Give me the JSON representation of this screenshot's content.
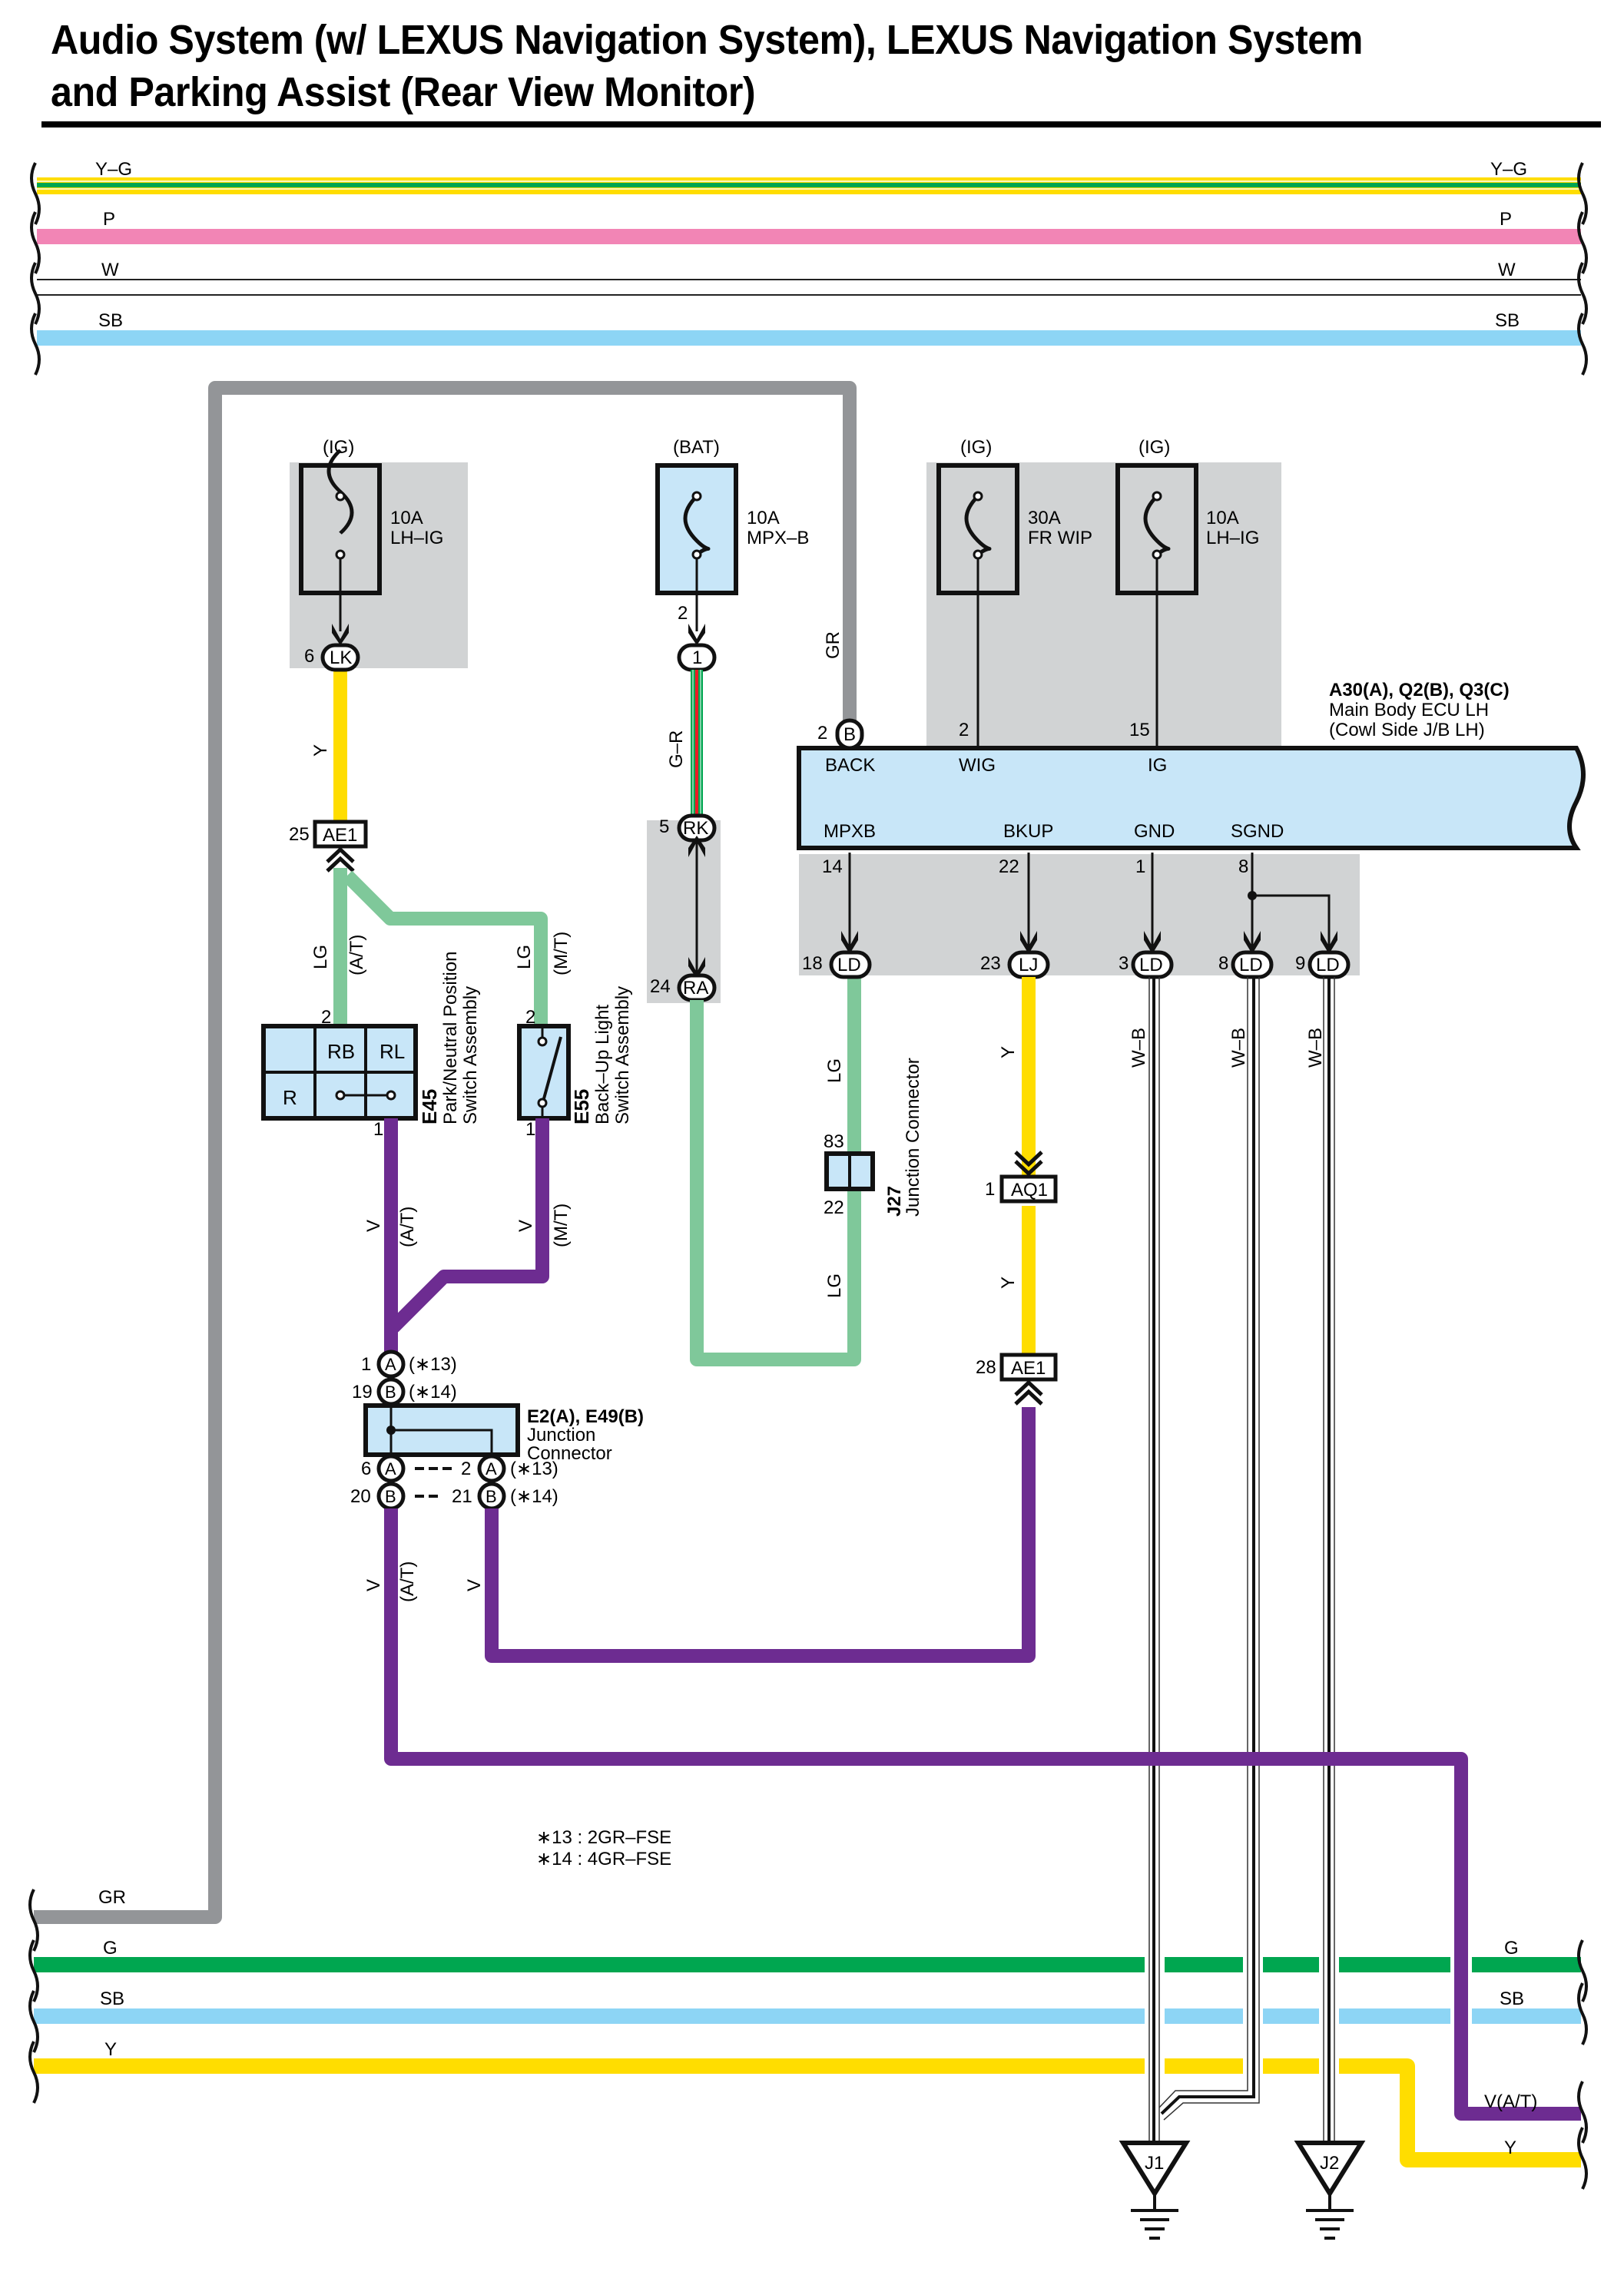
{
  "page": {
    "title_line1": "Audio System (w/ LEXUS Navigation System), LEXUS Navigation System",
    "title_line2": "and Parking Assist (Rear View Monitor)"
  },
  "colors": {
    "Y": "#ffdd00",
    "G": "#00a650",
    "P": "#f285b5",
    "SB": "#8dd5f5",
    "GR": "#939598",
    "LG": "#7fc89a",
    "V": "#6d2c91",
    "R": "#ed1c24",
    "component_fill": "#c8e6f8",
    "junction_block_fill": "#d1d3d4"
  },
  "top_bus": [
    {
      "label_left": "Y–G",
      "label_right": "Y–G",
      "color": "Y-G"
    },
    {
      "label_left": "P",
      "label_right": "P",
      "color": "P"
    },
    {
      "label_left": "W",
      "label_right": "W",
      "color": "W"
    },
    {
      "label_left": "SB",
      "label_right": "SB",
      "color": "SB"
    }
  ],
  "bottom_bus": {
    "gr_label": "GR",
    "left": [
      {
        "label": "G",
        "color": "G"
      },
      {
        "label": "SB",
        "color": "SB"
      },
      {
        "label": "Y",
        "color": "Y"
      }
    ],
    "right": [
      {
        "label": "G"
      },
      {
        "label": "SB"
      },
      {
        "label": "V(A/T)"
      },
      {
        "label": "Y"
      }
    ]
  },
  "fuses": [
    {
      "source": "(IG)",
      "rating": "10A",
      "name": "LH–IG"
    },
    {
      "source": "(BAT)",
      "rating": "10A",
      "name": "MPX–B",
      "pin": "2"
    },
    {
      "source": "(IG)",
      "rating": "30A",
      "name": "FR WIP"
    },
    {
      "source": "(IG)",
      "rating": "10A",
      "name": "LH–IG"
    }
  ],
  "connectors": {
    "lk": {
      "pin": "6",
      "id": "LK"
    },
    "c1": {
      "id": "1"
    },
    "rk": {
      "pin": "5",
      "id": "RK"
    },
    "ra": {
      "pin": "24",
      "id": "RA"
    },
    "ae1_top": {
      "pin": "25",
      "id": "AE1"
    },
    "ae1_bottom": {
      "pin": "28",
      "id": "AE1"
    },
    "aq1": {
      "pin": "1",
      "id": "AQ1"
    },
    "b_back": {
      "pin": "2",
      "id": "B"
    },
    "ld18": {
      "pin": "18",
      "id": "LD"
    },
    "lj23": {
      "pin": "23",
      "id": "LJ"
    },
    "ld3": {
      "pin": "3",
      "id": "LD"
    },
    "ld8": {
      "pin": "8",
      "id": "LD"
    },
    "ld9": {
      "pin": "9",
      "id": "LD"
    }
  },
  "ecu": {
    "code": "A30(A), Q2(B), Q3(C)",
    "name_line1": "Main Body ECU LH",
    "name_line2": "(Cowl Side J/B LH)",
    "top_terminals": [
      {
        "name": "BACK",
        "pin": "2"
      },
      {
        "name": "WIG",
        "pin": "2"
      },
      {
        "name": "IG",
        "pin": "15"
      }
    ],
    "bottom_terminals": [
      {
        "name": "MPXB",
        "pin": "14"
      },
      {
        "name": "BKUP",
        "pin": "22"
      },
      {
        "name": "GND",
        "pin": "1"
      },
      {
        "name": "SGND",
        "pin": "8"
      }
    ]
  },
  "wire_labels": {
    "y": "Y",
    "gr": "GR",
    "g_r": "G–R",
    "lg": "LG",
    "v": "V",
    "w_b": "W–B",
    "at": "(A/T)",
    "mt": "(M/T)"
  },
  "e45": {
    "code": "E45",
    "name_line1": "Park/Neutral Position",
    "name_line2": "Switch Assembly",
    "cells": [
      "RB",
      "RL",
      "R"
    ],
    "pin_top": "2",
    "pin_bottom": "1"
  },
  "e55": {
    "code": "E55",
    "name_line1": "Back–Up Light",
    "name_line2": "Switch Assembly",
    "pin_top": "2",
    "pin_bottom": "1"
  },
  "j27": {
    "code": "J27",
    "name": "Junction Connector",
    "pin_top": "83",
    "pin_bottom": "22"
  },
  "e2_e49": {
    "code": "E2(A), E49(B)",
    "name_line1": "Junction",
    "name_line2": "Connector",
    "pins": [
      {
        "pin": "1",
        "id": "A",
        "note": "(∗13)"
      },
      {
        "pin": "19",
        "id": "B",
        "note": "(∗14)"
      },
      {
        "pin": "6",
        "id": "A"
      },
      {
        "pin": "20",
        "id": "B"
      },
      {
        "pin": "2",
        "id": "A",
        "note": "(∗13)"
      },
      {
        "pin": "21",
        "id": "B",
        "note": "(∗14)"
      }
    ]
  },
  "notes": [
    "∗13 : 2GR–FSE",
    "∗14 : 4GR–FSE"
  ],
  "grounds": [
    "J1",
    "J2"
  ]
}
